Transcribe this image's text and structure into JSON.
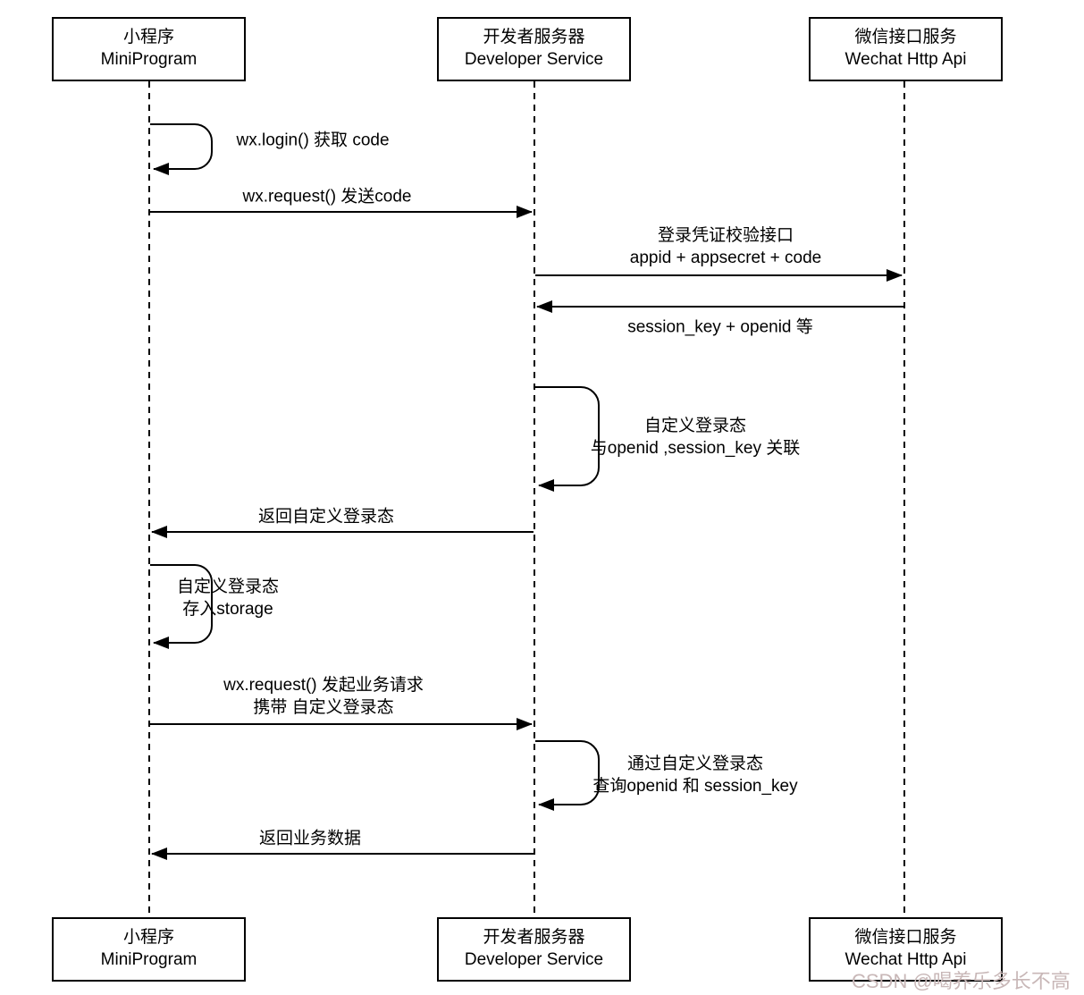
{
  "participants": [
    {
      "id": "miniprogram",
      "zh": "小程序",
      "en": "MiniProgram"
    },
    {
      "id": "developer-service",
      "zh": "开发者服务器",
      "en": "Developer Service"
    },
    {
      "id": "wechat-http-api",
      "zh": "微信接口服务",
      "en": "Wechat Http Api"
    }
  ],
  "messages": [
    {
      "type": "self",
      "from": "miniprogram",
      "to": "miniprogram",
      "lines": [
        "wx.login() 获取 code"
      ]
    },
    {
      "type": "arrow",
      "from": "miniprogram",
      "to": "developer-service",
      "lines": [
        "wx.request() 发送code"
      ]
    },
    {
      "type": "arrow",
      "from": "developer-service",
      "to": "wechat-http-api",
      "lines": [
        "登录凭证校验接口",
        "appid + appsecret + code"
      ]
    },
    {
      "type": "arrow",
      "from": "wechat-http-api",
      "to": "developer-service",
      "lines": [
        "session_key + openid 等"
      ]
    },
    {
      "type": "self",
      "from": "developer-service",
      "to": "developer-service",
      "lines": [
        "自定义登录态",
        "与openid ,session_key 关联"
      ]
    },
    {
      "type": "arrow",
      "from": "developer-service",
      "to": "miniprogram",
      "lines": [
        "返回自定义登录态"
      ]
    },
    {
      "type": "self",
      "from": "miniprogram",
      "to": "miniprogram",
      "lines": [
        "自定义登录态",
        "存入storage"
      ]
    },
    {
      "type": "arrow",
      "from": "miniprogram",
      "to": "developer-service",
      "lines": [
        "wx.request() 发起业务请求",
        "携带 自定义登录态"
      ]
    },
    {
      "type": "self",
      "from": "developer-service",
      "to": "developer-service",
      "lines": [
        "通过自定义登录态",
        "查询openid 和 session_key"
      ]
    },
    {
      "type": "arrow",
      "from": "developer-service",
      "to": "miniprogram",
      "lines": [
        "返回业务数据"
      ]
    }
  ],
  "watermark": "CSDN @喝养乐多长不高",
  "colors": {
    "line": "#000000",
    "text": "#000000",
    "watermark": "#c8b7b7",
    "background": "#ffffff"
  }
}
